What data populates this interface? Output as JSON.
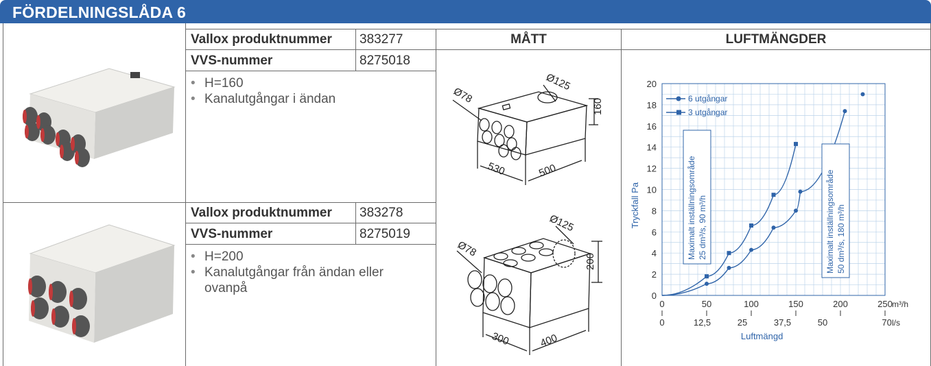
{
  "title": "FÖRDELNINGSLÅDA 6",
  "columns": {
    "dims": "MÅTT",
    "airflow": "LUFTMÄNGDER"
  },
  "products": [
    {
      "prod_label": "Vallox produktnummer",
      "prod_no": "383277",
      "vvs_label": "VVS-nummer",
      "vvs_no": "8275018",
      "bullets": [
        "H=160",
        "Kanalutgångar i ändan"
      ],
      "dims": {
        "d_small": "Ø78",
        "d_large": "Ø125",
        "h": "160",
        "l": "530",
        "w": "500"
      }
    },
    {
      "prod_label": "Vallox produktnummer",
      "prod_no": "383278",
      "vvs_label": "VVS-nummer",
      "vvs_no": "8275019",
      "bullets": [
        "H=200",
        "Kanalutgångar från ändan eller",
        "ovanpå"
      ],
      "dims": {
        "d_small": "Ø78",
        "d_large": "Ø125",
        "h": "200",
        "l": "300",
        "w": "400"
      }
    }
  ],
  "chart_data": {
    "type": "line",
    "ylabel": "Tryckfall Pa",
    "xlabel": "Luftmängd",
    "x_unit": "m³/h",
    "x2_unit": "l/s",
    "xlim": [
      0,
      250
    ],
    "ylim": [
      0,
      20
    ],
    "x_ticks": [
      0,
      50,
      100,
      150,
      200,
      250
    ],
    "y_ticks": [
      0,
      2,
      4,
      6,
      8,
      10,
      12,
      14,
      16,
      18,
      20
    ],
    "x2_ticks": [
      {
        "at": 0,
        "label": "0"
      },
      {
        "at": 45,
        "label": "12,5"
      },
      {
        "at": 90,
        "label": "25"
      },
      {
        "at": 135,
        "label": "37,5"
      },
      {
        "at": 180,
        "label": "50"
      },
      {
        "at": 252,
        "label": "70"
      }
    ],
    "grid": true,
    "legend_position": "top-left",
    "series": [
      {
        "name": "6 utgångar",
        "marker": "circle",
        "points": [
          [
            0,
            0
          ],
          [
            50,
            1.1
          ],
          [
            75,
            2.6
          ],
          [
            100,
            4.3
          ],
          [
            125,
            6.4
          ],
          [
            150,
            8.0
          ],
          [
            155,
            9.8
          ],
          [
            205,
            17.4
          ]
        ],
        "extra_points": [
          [
            225,
            19.0
          ]
        ]
      },
      {
        "name": "3 utgångar",
        "marker": "square",
        "points": [
          [
            0,
            0
          ],
          [
            50,
            1.8
          ],
          [
            75,
            4.0
          ],
          [
            100,
            6.6
          ],
          [
            125,
            9.5
          ],
          [
            150,
            14.3
          ]
        ]
      }
    ],
    "annotations": [
      {
        "lines": [
          "Maximalt inställningsområde",
          "25 dm³/s, 90 m³/h"
        ]
      },
      {
        "lines": [
          "Maximalt inställningsområde",
          "50 dm³/s, 180 m³/h"
        ]
      }
    ],
    "colors": {
      "line": "#2f64a9",
      "grid": "#bcd3ea",
      "text": "#2f64a9"
    }
  }
}
